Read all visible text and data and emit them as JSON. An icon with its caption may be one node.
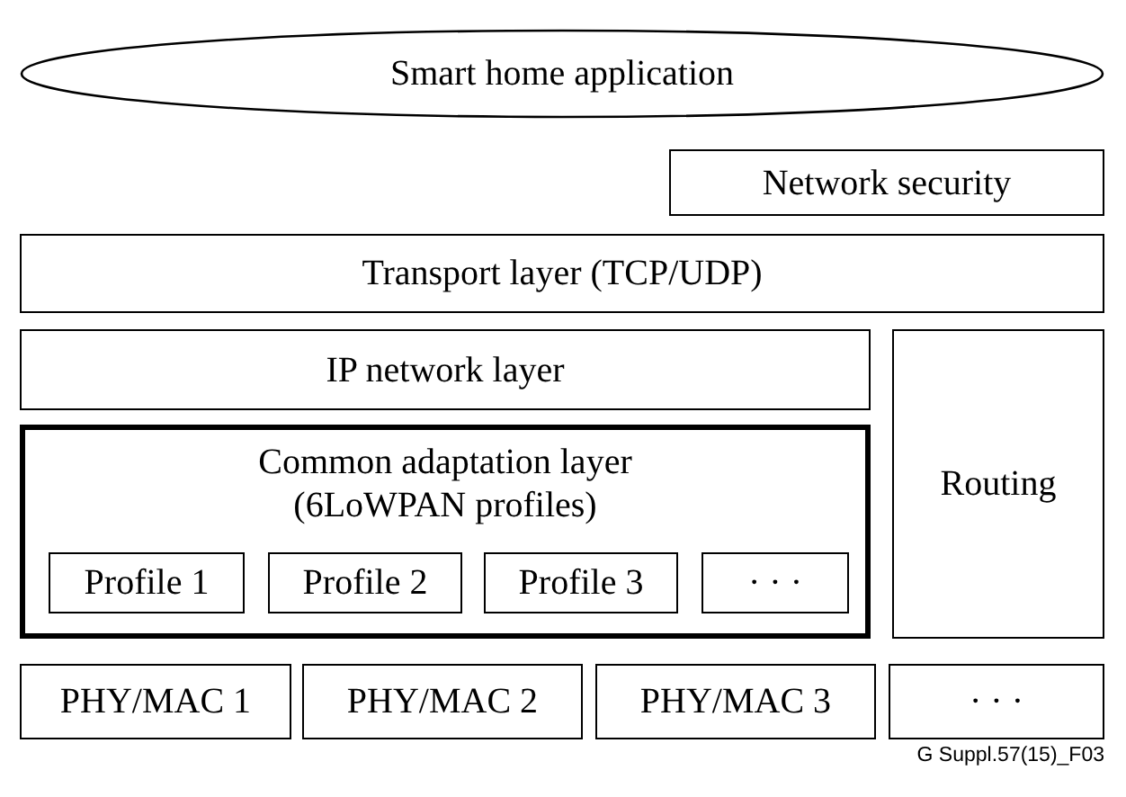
{
  "diagram": {
    "nodes": [
      {
        "text": [
          "Smart home application"
        ]
      },
      {
        "text": [
          "Network security"
        ]
      },
      {
        "text": [
          "Transport layer (TCP/UDP)"
        ]
      },
      {
        "text": [
          "IP network layer"
        ]
      },
      {
        "text": [
          "Common adaptation layer (6LoWPAN profiles)"
        ]
      },
      {
        "text": [
          "Profile 1"
        ],
        "in": 4
      },
      {
        "text": [
          "Profile 2"
        ],
        "in": 4
      },
      {
        "text": [
          "Profile 3"
        ],
        "in": 4
      },
      {
        "text": [
          "· · ·"
        ],
        "in": 4
      },
      {
        "text": [
          "Routing"
        ]
      },
      {
        "text": [
          "PHY/MAC 1"
        ]
      },
      {
        "text": [
          "PHY/MAC 2"
        ]
      },
      {
        "text": [
          "PHY/MAC 3"
        ]
      },
      {
        "text": [
          "· · ·"
        ]
      }
    ],
    "edges": [],
    "labels": [
      "G Suppl.57(15)_F03"
    ]
  }
}
